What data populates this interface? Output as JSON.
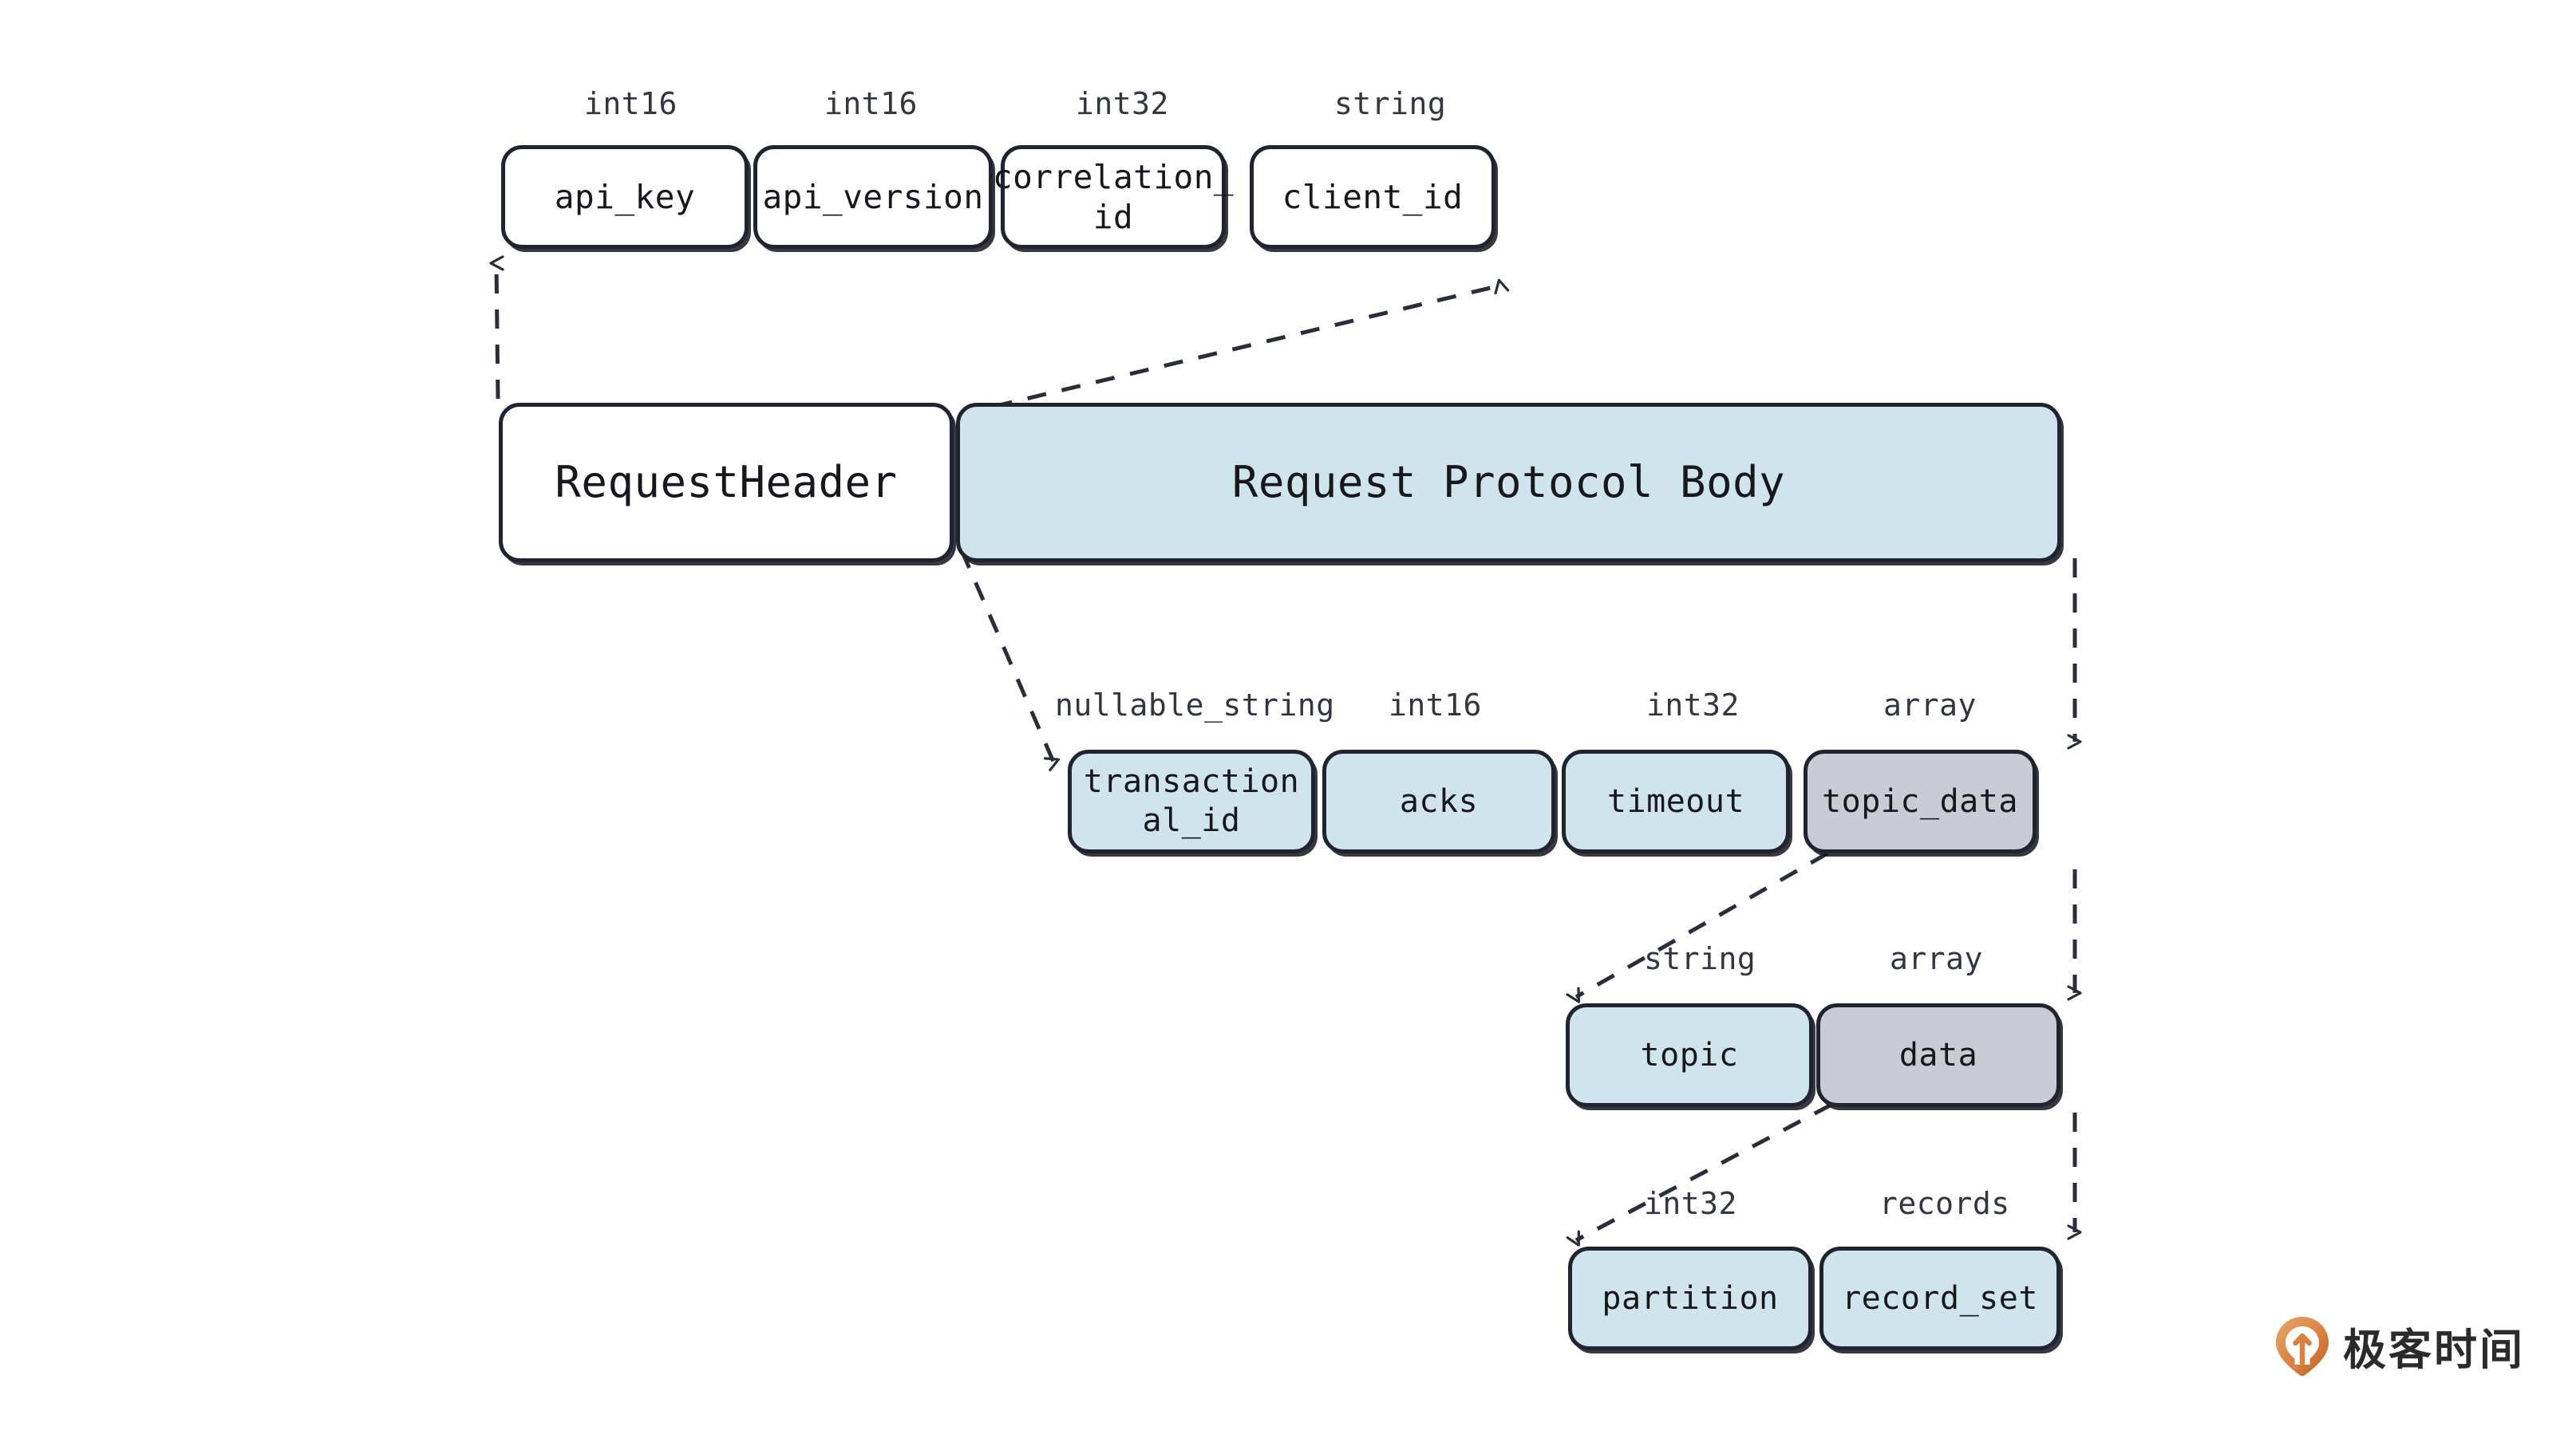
{
  "diagram": {
    "title": "Kafka Request Protocol Structure",
    "colors": {
      "box_stroke": "#1f2430",
      "fill_white": "#ffffff",
      "fill_blue": "#d0e4ec",
      "fill_gray": "#c9ccd5",
      "text": "#16181d",
      "label_text": "#32363f",
      "watermark_orange": "#d9813f",
      "background": "#ffffff"
    },
    "rows": [
      {
        "name": "request-header-fields",
        "nodes": [
          {
            "label": "api_key",
            "type": "int16",
            "fill": "white"
          },
          {
            "label": "api_version",
            "type": "int16",
            "fill": "white"
          },
          {
            "label": "correlation_\nid",
            "type": "int32",
            "fill": "white"
          },
          {
            "label": "client_id",
            "type": "string",
            "fill": "white"
          }
        ]
      },
      {
        "name": "request-top-level",
        "nodes": [
          {
            "label": "RequestHeader",
            "type": "",
            "fill": "white"
          },
          {
            "label": "Request Protocol Body",
            "type": "",
            "fill": "blue"
          }
        ]
      },
      {
        "name": "produce-body-fields",
        "nodes": [
          {
            "label": "transaction\nal_id",
            "type": "nullable_string",
            "fill": "blue"
          },
          {
            "label": "acks",
            "type": "int16",
            "fill": "blue"
          },
          {
            "label": "timeout",
            "type": "int32",
            "fill": "blue"
          },
          {
            "label": "topic_data",
            "type": "array",
            "fill": "gray"
          }
        ]
      },
      {
        "name": "topic-data-fields",
        "nodes": [
          {
            "label": "topic",
            "type": "string",
            "fill": "blue"
          },
          {
            "label": "data",
            "type": "array",
            "fill": "gray"
          }
        ]
      },
      {
        "name": "data-fields",
        "nodes": [
          {
            "label": "partition",
            "type": "int32",
            "fill": "blue"
          },
          {
            "label": "record_set",
            "type": "records",
            "fill": "blue"
          }
        ]
      }
    ],
    "watermark": {
      "text": "极客时间",
      "logo": "location-pin-logo"
    }
  }
}
